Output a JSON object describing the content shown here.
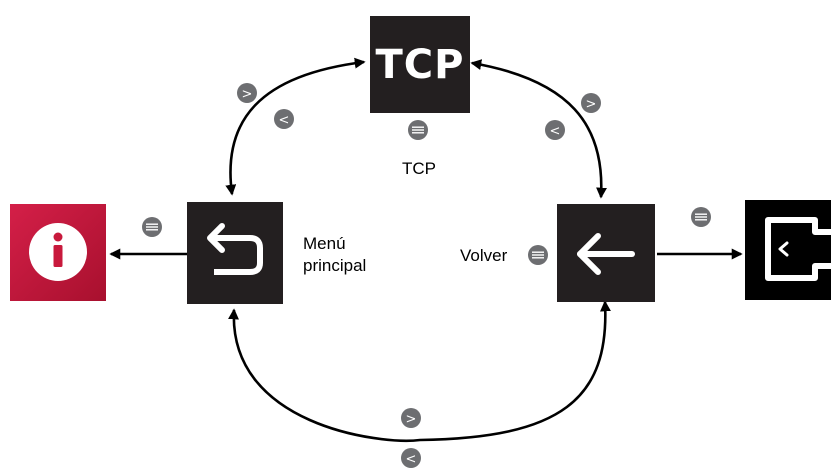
{
  "tiles": {
    "tcp": {
      "text": "TCP"
    }
  },
  "labels": {
    "tcp": "TCP",
    "main_menu_line1": "Menú",
    "main_menu_line2": "principal",
    "back": "Volver"
  },
  "buttons": {
    "next_symbol": ">",
    "prev_symbol": "<"
  },
  "icons": {
    "tcp_tile": "tcp-text-icon",
    "main_menu_tile": "return-arrow-icon",
    "back_tile": "left-arrow-icon",
    "info_tile": "info-icon",
    "exit_tile": "exit-door-icon",
    "enter_button": "enter-button-icon"
  },
  "colors": {
    "tile_bg": "#231f20",
    "button_gray": "#6d6e71",
    "info_red": "#c8193c",
    "arrow": "#000000"
  }
}
